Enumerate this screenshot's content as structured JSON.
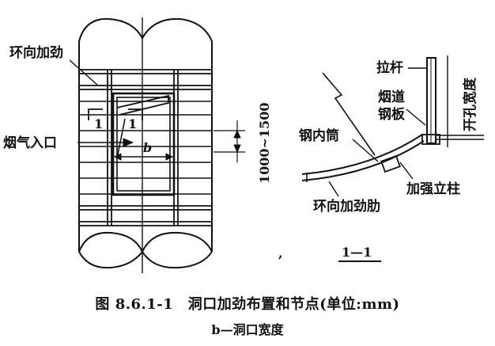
{
  "labels": {
    "ring_stiffener": "环向加劲",
    "section_mark_left": "1",
    "section_mark_right": "1",
    "flue_inlet": "烟气入口",
    "width_symbol": "b",
    "spacing_dim": "1000~1500",
    "tie_rod": "拉杆",
    "flue_plate_1": "烟道",
    "flue_plate_2": "钢板",
    "opening_width": "开孔宽度",
    "steel_inner_tube": "钢内筒",
    "stiffening_column": "加强立柱",
    "ring_stiffening_rib": "环向加劲肋",
    "section_title": "1—1",
    "tick_mark": ","
  },
  "caption": {
    "title": "图 8.6.1-1　洞口加劲布置和节点(单位:mm)",
    "legend": "b—洞口宽度"
  }
}
